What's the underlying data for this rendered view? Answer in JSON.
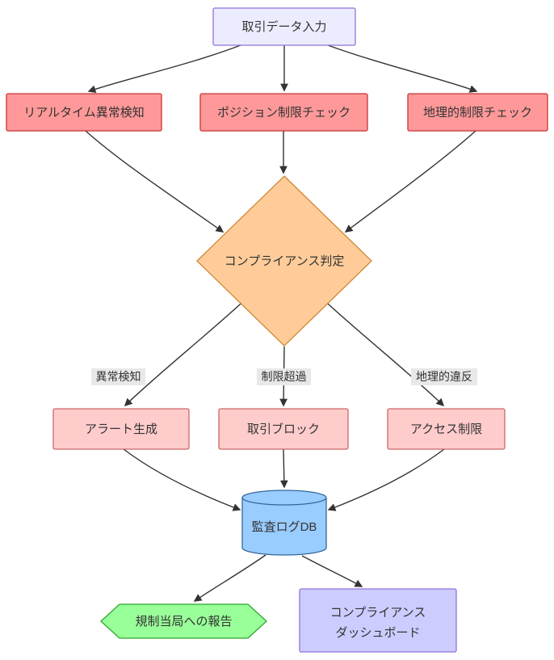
{
  "diagram": {
    "type": "flowchart",
    "nodes": {
      "input": {
        "label": "取引データ入力"
      },
      "realtime_anomaly": {
        "label": "リアルタイム異常検知"
      },
      "position_limit": {
        "label": "ポジション制限チェック"
      },
      "geo_restriction": {
        "label": "地理的制限チェック"
      },
      "compliance_decision": {
        "label": "コンプライアンス判定"
      },
      "alert_generation": {
        "label": "アラート生成"
      },
      "trade_block": {
        "label": "取引ブロック"
      },
      "access_restriction": {
        "label": "アクセス制限"
      },
      "audit_log_db": {
        "label": "監査ログDB"
      },
      "regulator_report": {
        "label": "規制当局への報告"
      },
      "compliance_dashboard": {
        "line1": "コンプライアンス",
        "line2": "ダッシュボード"
      }
    },
    "edges": [
      {
        "from": "input",
        "to": "realtime_anomaly",
        "label": ""
      },
      {
        "from": "input",
        "to": "position_limit",
        "label": ""
      },
      {
        "from": "input",
        "to": "geo_restriction",
        "label": ""
      },
      {
        "from": "realtime_anomaly",
        "to": "compliance_decision",
        "label": ""
      },
      {
        "from": "position_limit",
        "to": "compliance_decision",
        "label": ""
      },
      {
        "from": "geo_restriction",
        "to": "compliance_decision",
        "label": ""
      },
      {
        "from": "compliance_decision",
        "to": "alert_generation",
        "label": "異常検知"
      },
      {
        "from": "compliance_decision",
        "to": "trade_block",
        "label": "制限超過"
      },
      {
        "from": "compliance_decision",
        "to": "access_restriction",
        "label": "地理的違反"
      },
      {
        "from": "alert_generation",
        "to": "audit_log_db",
        "label": ""
      },
      {
        "from": "trade_block",
        "to": "audit_log_db",
        "label": ""
      },
      {
        "from": "access_restriction",
        "to": "audit_log_db",
        "label": ""
      },
      {
        "from": "audit_log_db",
        "to": "regulator_report",
        "label": ""
      },
      {
        "from": "audit_log_db",
        "to": "compliance_dashboard",
        "label": ""
      }
    ],
    "colors": {
      "input_fill": "#ECECFF",
      "input_stroke": "#9370DB",
      "check_fill": "#FF9999",
      "check_stroke": "#CC3333",
      "decision_fill": "#FFCC99",
      "decision_stroke": "#CC8833",
      "action_fill": "#FFCCCC",
      "action_stroke": "#CC6666",
      "db_fill": "#99CCFF",
      "db_stroke": "#336699",
      "report_fill": "#99FF99",
      "report_stroke": "#2EA62E",
      "dashboard_fill": "#CCCCFF",
      "dashboard_stroke": "#9370DB",
      "edge_color": "#333333",
      "edge_label_bg": "#E8E8E8"
    }
  }
}
